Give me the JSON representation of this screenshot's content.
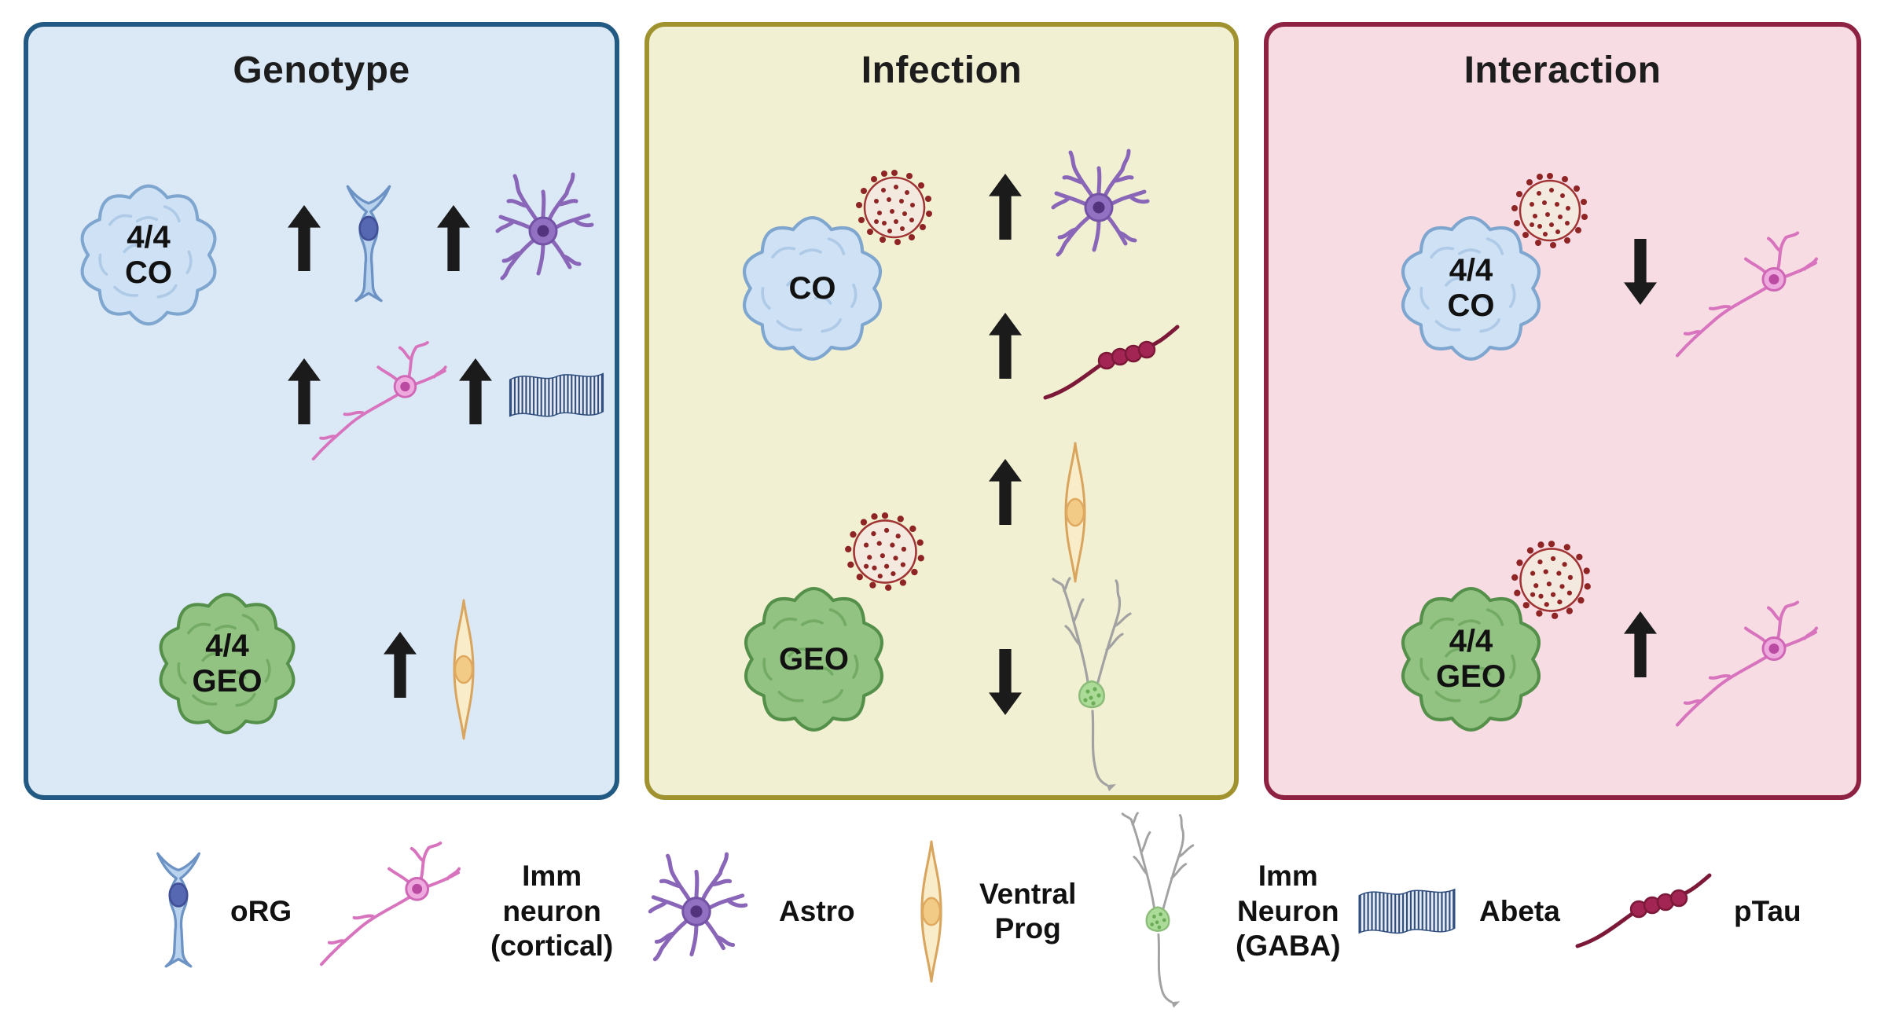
{
  "panels": [
    {
      "title": "Genotype",
      "organoids": [
        {
          "label": "4/4\nCO",
          "type": "CO",
          "infected": false,
          "changes": [
            {
              "direction": "up",
              "cell": "oRG"
            },
            {
              "direction": "up",
              "cell": "Astro"
            },
            {
              "direction": "up",
              "cell": "Imm neuron (cortical)"
            },
            {
              "direction": "up",
              "cell": "Abeta"
            }
          ]
        },
        {
          "label": "4/4\nGEO",
          "type": "GEO",
          "infected": false,
          "changes": [
            {
              "direction": "up",
              "cell": "Ventral Prog"
            }
          ]
        }
      ]
    },
    {
      "title": "Infection",
      "organoids": [
        {
          "label": "CO",
          "type": "CO",
          "infected": true,
          "changes": [
            {
              "direction": "up",
              "cell": "Astro"
            },
            {
              "direction": "up",
              "cell": "pTau"
            }
          ]
        },
        {
          "label": "GEO",
          "type": "GEO",
          "infected": true,
          "changes": [
            {
              "direction": "up",
              "cell": "Ventral Prog"
            },
            {
              "direction": "down",
              "cell": "Imm Neuron (GABA)"
            }
          ]
        }
      ]
    },
    {
      "title": "Interaction",
      "organoids": [
        {
          "label": "4/4\nCO",
          "type": "CO",
          "infected": true,
          "changes": [
            {
              "direction": "down",
              "cell": "Imm neuron (cortical)"
            }
          ]
        },
        {
          "label": "4/4\nGEO",
          "type": "GEO",
          "infected": true,
          "changes": [
            {
              "direction": "up",
              "cell": "Imm neuron (cortical)"
            }
          ]
        }
      ]
    }
  ],
  "legend": {
    "items": [
      {
        "icon": "org-cell-icon",
        "label": "oRG"
      },
      {
        "icon": "cortical-neuron-icon",
        "label": "Imm\nneuron\n(cortical)"
      },
      {
        "icon": "astrocyte-icon",
        "label": "Astro"
      },
      {
        "icon": "ventral-progenitor-icon",
        "label": "Ventral\nProg"
      },
      {
        "icon": "gaba-neuron-icon",
        "label": "Imm\nNeuron\n(GABA)"
      },
      {
        "icon": "abeta-fibril-icon",
        "label": "Abeta"
      },
      {
        "icon": "ptau-icon",
        "label": "pTau"
      }
    ]
  },
  "colors": {
    "genotype_bg": "#dbe8f6",
    "genotype_border": "#235a84",
    "infection_bg": "#f2f0d2",
    "infection_border": "#a0922f",
    "interaction_bg": "#f8dce4",
    "interaction_border": "#8d2242",
    "co_organoid": "#cfe2f5",
    "geo_organoid": "#93c383",
    "virus": "#8f2424",
    "arrow": "#1b1b1b",
    "astro": "#8a66b8",
    "cortical_neuron": "#d873bd",
    "ventral_prog": "#f9ecc9",
    "gaba_neuron": "#a2a2a2",
    "abeta": "#2e4d7d",
    "ptau": "#7c1838"
  }
}
